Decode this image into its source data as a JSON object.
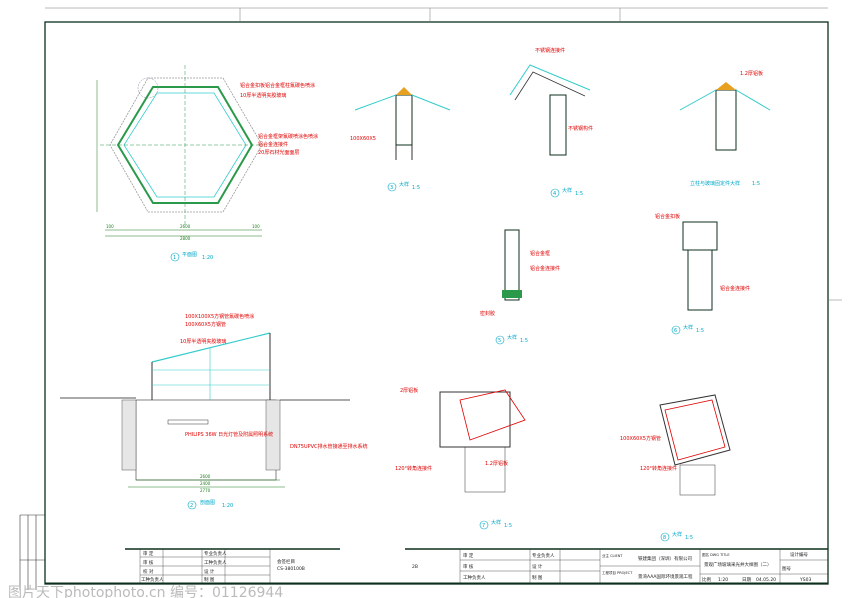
{
  "drawing": {
    "details": [
      {
        "num": "1",
        "title": "平面图",
        "scale": "1:20"
      },
      {
        "num": "2",
        "title": "剖面图",
        "scale": "1:20"
      },
      {
        "num": "3",
        "title": "大样",
        "scale": "1:5"
      },
      {
        "num": "4",
        "title": "大样",
        "scale": "1:5"
      },
      {
        "num": "5",
        "title": "大样",
        "scale": "1:5"
      },
      {
        "num": "6",
        "title": "大样",
        "scale": "1:5"
      },
      {
        "num": "7",
        "title": "大样",
        "scale": "1:5"
      },
      {
        "num": "8",
        "title": "大样",
        "scale": "1:5"
      },
      {
        "num": "",
        "title": "立柱与玻璃固定件大样",
        "scale": "1:5"
      }
    ],
    "plan_notes": [
      "铝合金扣板铝合金框柱氟碳色喷涂",
      "10厚半透明夹胶玻璃",
      "铝合金框架氟碳喷涂色喷涂",
      "铝合金连接件",
      "20厚石材光面面层"
    ],
    "plan_dims": [
      "2600",
      "2800",
      "100",
      "100"
    ],
    "section_notes": [
      "100X100X5方钢管氟碳色喷涂",
      "100X60X5方钢管",
      "10厚半透明夹胶玻璃",
      "PHILIPS 36W 日光灯管及附属照明系统",
      "DN75UPVC排水管接通至排水系统"
    ],
    "section_dims": [
      "2600",
      "2400",
      "2770"
    ],
    "title_block": {
      "left_rows": [
        [
          "审 定",
          "",
          "专业负责人"
        ],
        [
          "审 核",
          "",
          "工种负责人"
        ],
        [
          "校 对",
          "",
          "设 计"
        ],
        [
          "工种负责人",
          "",
          "制 图"
        ]
      ],
      "left_stamp": "会签栏目",
      "left_code": "CS-380100B",
      "mid_label": "2B",
      "mid_rows": [
        [
          "审 定",
          "专业负责人"
        ],
        [
          "审 核",
          "设 计"
        ],
        [
          "工种负责人",
          "制 图"
        ]
      ],
      "client_label": "业主 CLIENT",
      "client": "铁建集团（深圳）有限公司",
      "project_label": "工程项目 PROJECT",
      "project": "景湾AAA国际环境景观工程",
      "drawing_title_label": "图名 DWG TITLE",
      "drawing_title": "景观广场玻璃采光井大样图（二）",
      "drawing_no_label": "设计编号",
      "scale_label": "比例",
      "scale": "1:20",
      "date_label": "日期",
      "date": "04.05.20",
      "sheet_label": "图号",
      "sheet": "YS03"
    },
    "watermark": "图片天下photophoto.cn 编号：01126944"
  }
}
